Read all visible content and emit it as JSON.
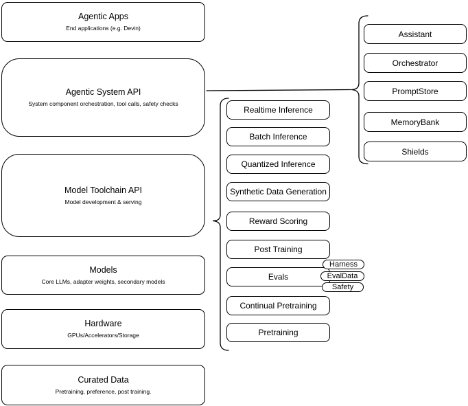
{
  "left_stack": [
    {
      "title": "Agentic Apps",
      "subtitle": "End applications (e.g. Devin)"
    },
    {
      "title": "Agentic System API",
      "subtitle": "System component orchestration, tool calls, safety checks"
    },
    {
      "title": "Model Toolchain API",
      "subtitle": "Model development & serving"
    },
    {
      "title": "Models",
      "subtitle": "Core LLMs, adapter weights, secondary models"
    },
    {
      "title": "Hardware",
      "subtitle": "GPUs/Accelerators/Storage"
    },
    {
      "title": "Curated Data",
      "subtitle": "Pretraining, preference, post training."
    }
  ],
  "toolchain_items": [
    "Realtime Inference",
    "Batch Inference",
    "Quantized Inference",
    "Synthetic Data Generation",
    "Reward Scoring",
    "Post Training",
    "Evals",
    "Continual Pretraining",
    "Pretraining"
  ],
  "evals_tags": [
    "Harness",
    "EvalData",
    "Safety"
  ],
  "system_items": [
    "Assistant",
    "Orchestrator",
    "PromptStore",
    "MemoryBank",
    "Shields"
  ],
  "colors": {
    "stroke": "#000000",
    "fill": "#ffffff",
    "text": "#000000",
    "background": "#ffffff"
  }
}
